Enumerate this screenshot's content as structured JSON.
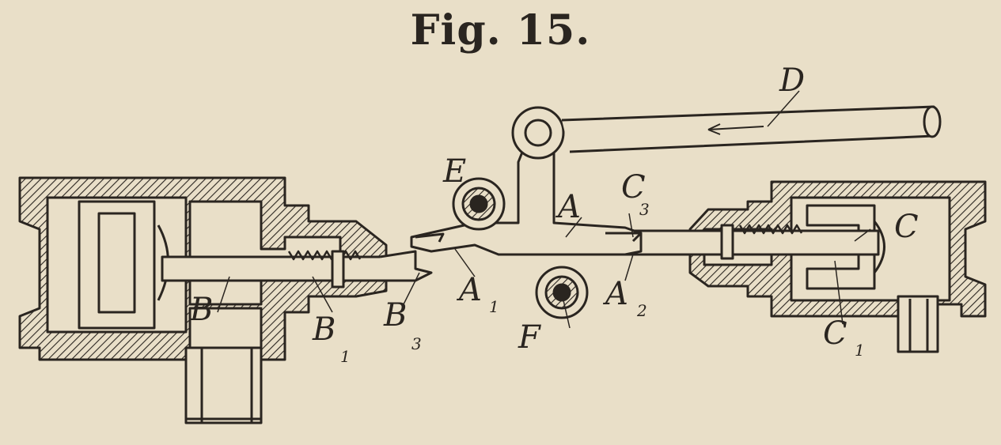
{
  "figure": {
    "title": "Fig. 15."
  },
  "labels": {
    "D": "D",
    "E": "E",
    "A": "A",
    "C3": "C",
    "C3_sub": "3",
    "C": "C",
    "B": "B",
    "B1": "B",
    "B1_sub": "1",
    "B3": "B",
    "B3_sub": "3",
    "A1": "A",
    "A1_sub": "1",
    "F": "F",
    "A2": "A",
    "A2_sub": "2",
    "C1": "C",
    "C1_sub": "1"
  },
  "colors": {
    "paper": "#e9dfc8",
    "ink": "#2a2520"
  }
}
